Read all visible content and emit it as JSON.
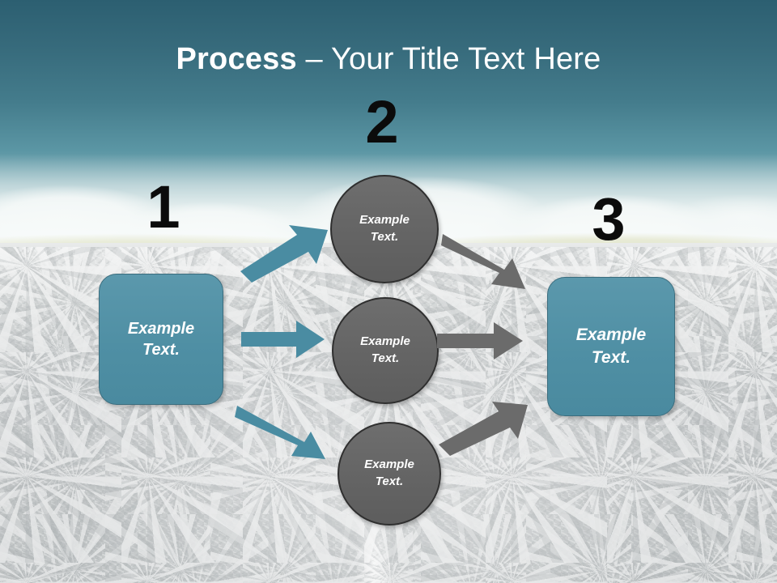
{
  "slide": {
    "title_strong": "Process",
    "title_separator": " – ",
    "title_rest": "Your Title Text Here",
    "title_full": "Process – Your Title Text Here"
  },
  "theme": {
    "teal": "#4f8fa4",
    "teal_border": "#3b6d7e",
    "gray": "#656565",
    "gray_border": "#2f2f2f",
    "arrow_teal": "#4a8ca2",
    "arrow_gray": "#6b6b6b",
    "number_color": "#0b0b0b",
    "title_color": "#ffffff",
    "sky_top": "#2c5f71",
    "road": "#cbcecf"
  },
  "steps": [
    {
      "number": "1",
      "label": "Example\nText."
    },
    {
      "number": "2",
      "label": "Example\nText."
    },
    {
      "number": "3",
      "label": "Example\nText."
    }
  ],
  "boxes": {
    "left": {
      "line1": "Example",
      "line2": "Text."
    },
    "right": {
      "line1": "Example",
      "line2": "Text."
    }
  },
  "circles": [
    {
      "line1": "Example",
      "line2": "Text."
    },
    {
      "line1": "Example",
      "line2": "Text."
    },
    {
      "line1": "Example",
      "line2": "Text."
    }
  ],
  "arrows": [
    {
      "name": "left-box-to-top-circle",
      "color": "#4a8ca2",
      "direction": "up-right"
    },
    {
      "name": "left-box-to-mid-circle",
      "color": "#4a8ca2",
      "direction": "right"
    },
    {
      "name": "left-box-to-bottom-circle",
      "color": "#4a8ca2",
      "direction": "down-right"
    },
    {
      "name": "top-circle-to-right-box",
      "color": "#6b6b6b",
      "direction": "down-right"
    },
    {
      "name": "mid-circle-to-right-box",
      "color": "#6b6b6b",
      "direction": "right"
    },
    {
      "name": "bottom-circle-to-right-box",
      "color": "#6b6b6b",
      "direction": "up-right"
    }
  ]
}
